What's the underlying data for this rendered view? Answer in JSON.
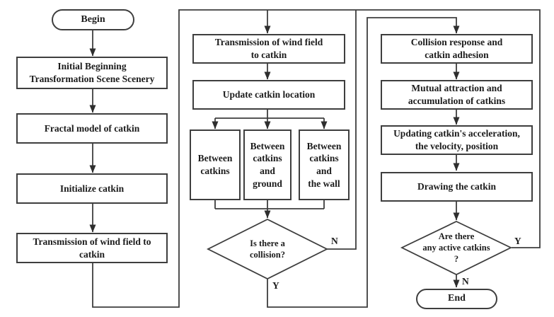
{
  "colors": {
    "line": "#3e3e3e",
    "arrowhead": "#2e2e2e",
    "node_border": "#3e3e3e",
    "node_fill": "#ffffff",
    "text": "#1c1c1c",
    "background": "#ffffff"
  },
  "left_column": {
    "begin": "Begin",
    "initial_scene": "Initial Beginning\nTransformation Scene Scenery",
    "fractal_model": "Fractal model of catkin",
    "initialize_catkin": "Initialize catkin",
    "wind_field_to_catkin": "Transmission of wind field to\ncatkin"
  },
  "middle_column": {
    "wind_field_to_catkin": "Transmission of wind field\nto catkin",
    "update_location": "Update catkin location",
    "collision_checks": {
      "between_catkins": "Between\ncatkins",
      "between_catkins_ground": "Between\ncatkins\nand\nground",
      "between_catkins_wall": "Between\ncatkins\nand\nthe wall"
    },
    "decision_collision": {
      "question": "Is there a\ncollision?",
      "no_label": "N",
      "yes_label": "Y"
    }
  },
  "right_column": {
    "collision_response": "Collision response and\ncatkin adhesion",
    "mutual_attraction": "Mutual attraction and\naccumulation of catkins",
    "updating_motion": "Updating catkin's acceleration,\nthe velocity, position",
    "drawing_catkin": "Drawing the catkin",
    "decision_active": {
      "question": "Are there\nany active catkins\n?",
      "yes_label": "Y",
      "no_label": "N"
    },
    "end": "End"
  }
}
